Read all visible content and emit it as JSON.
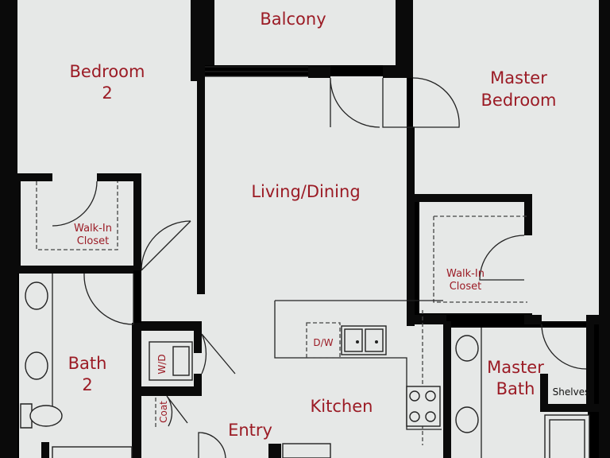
{
  "rooms": {
    "balcony": "Balcony",
    "bedroom2": [
      "Bedroom",
      "2"
    ],
    "master_bedroom": [
      "Master",
      "Bedroom"
    ],
    "living_dining": "Living/Dining",
    "walkin_closet_1": [
      "Walk-In",
      "Closet"
    ],
    "walkin_closet_2": [
      "Walk-In",
      "Closet"
    ],
    "bath2": [
      "Bath",
      "2"
    ],
    "master_bath": [
      "Master",
      "Bath"
    ],
    "shelves": "Shelves",
    "kitchen": "Kitchen",
    "entry": "Entry",
    "dw": "D/W",
    "wd": "W/D",
    "coat": "Coat"
  }
}
